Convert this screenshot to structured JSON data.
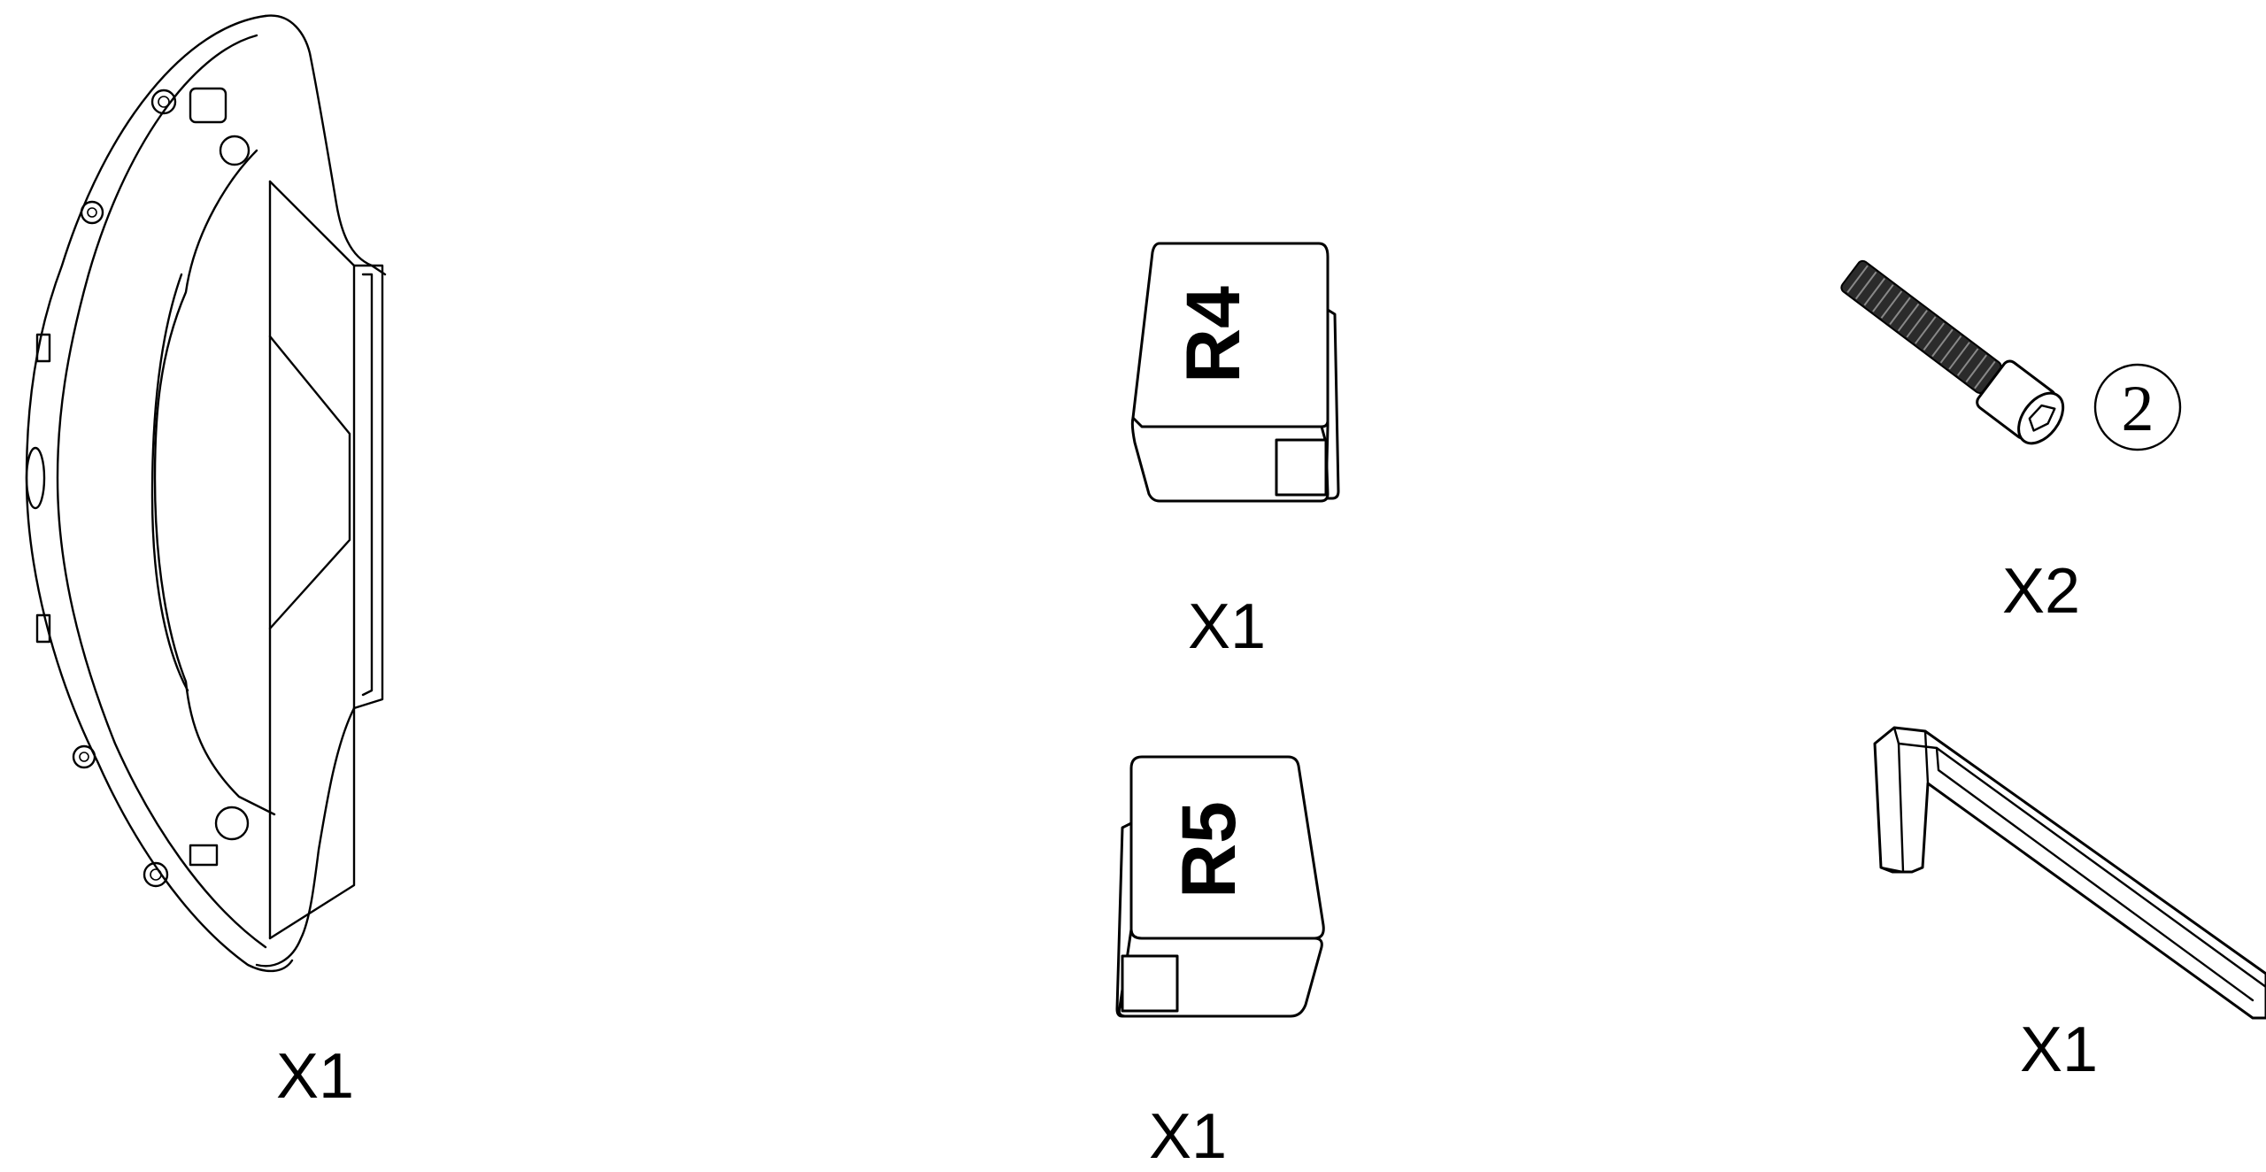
{
  "parts": {
    "caliper_cover": {
      "quantity": "X1"
    },
    "clip_r4": {
      "marking": "R4",
      "quantity": "X1"
    },
    "clip_r5": {
      "marking": "R5",
      "quantity": "X1"
    },
    "screw": {
      "callout": "2",
      "quantity": "X2"
    },
    "hex_key": {
      "quantity": "X1"
    }
  }
}
